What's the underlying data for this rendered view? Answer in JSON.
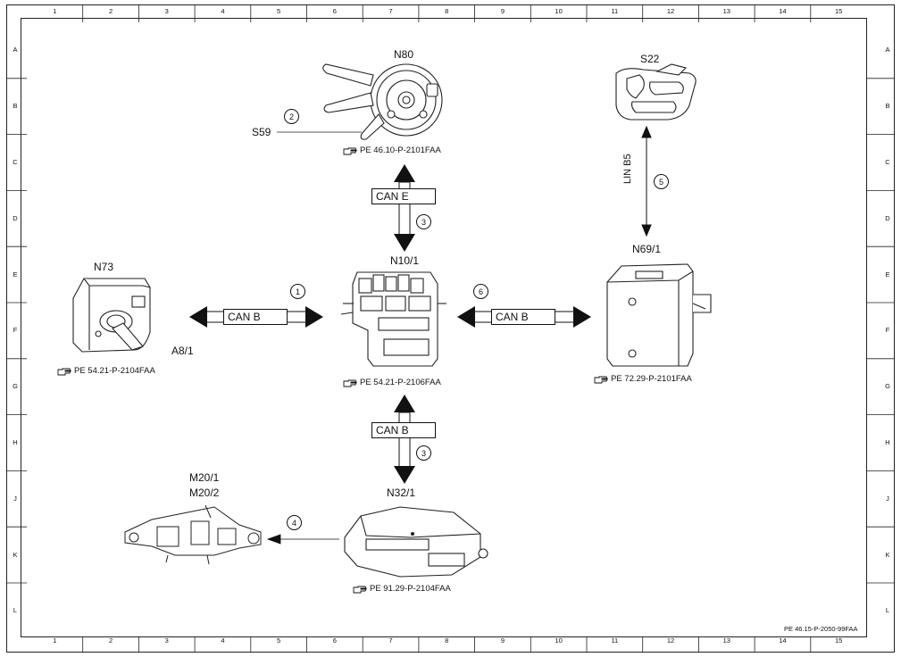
{
  "grid": {
    "columns": [
      "1",
      "2",
      "3",
      "4",
      "5",
      "6",
      "7",
      "8",
      "9",
      "10",
      "11",
      "12",
      "13",
      "14",
      "15"
    ],
    "rows": [
      "A",
      "B",
      "C",
      "D",
      "E",
      "F",
      "G",
      "H",
      "J",
      "K",
      "L"
    ]
  },
  "components": {
    "n80": "N80",
    "s59": "S59",
    "s22": "S22",
    "n10_1": "N10/1",
    "n73": "N73",
    "a8_1": "A8/1",
    "n69_1": "N69/1",
    "m20_1": "M20/1",
    "m20_2": "M20/2",
    "n32_1": "N32/1"
  },
  "references": {
    "n80": "PE 46.10-P-2101FAA",
    "n73": "PE 54.21-P-2104FAA",
    "n10_1": "PE 54.21-P-2106FAA",
    "n69_1": "PE 72.29-P-2101FAA",
    "n32_1": "PE 91.29-P-2104FAA"
  },
  "buses": {
    "can_e": "CAN E",
    "can_b_left": "CAN B",
    "can_b_right": "CAN B",
    "can_b_bottom": "CAN B",
    "lin_b5": "LIN B5"
  },
  "callouts": {
    "c1": "1",
    "c2": "2",
    "c3_top": "3",
    "c3_bottom": "3",
    "c4": "4",
    "c5": "5",
    "c6": "6"
  },
  "document_id": "PE 46.15-P-2050-99FAA"
}
